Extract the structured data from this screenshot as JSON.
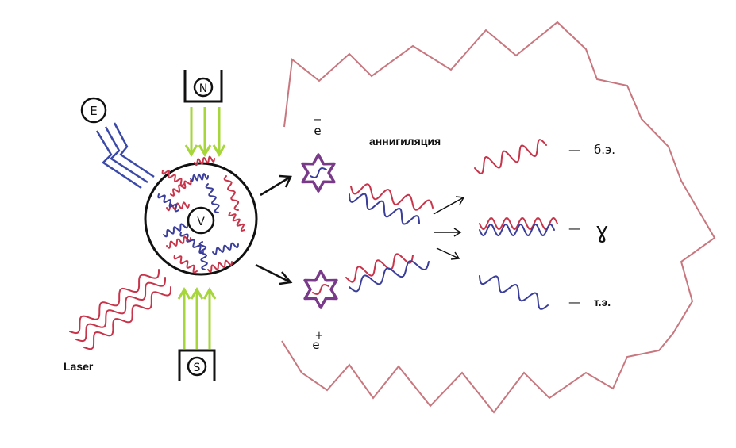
{
  "title": "аннигиляция",
  "sources": {
    "electric_field": "E",
    "magnet_north": "N",
    "magnet_south": "S",
    "vacuum": "V",
    "laser": "Laser"
  },
  "particles": {
    "electron": {
      "symbol": "e",
      "sign": "−"
    },
    "positron": {
      "symbol": "e",
      "sign": "+"
    }
  },
  "products": [
    {
      "dash": "—",
      "label": "б.э."
    },
    {
      "dash": "—",
      "label": "ɣ"
    },
    {
      "dash": "—",
      "label": "т.э."
    }
  ],
  "colors": {
    "red_wave": "#c8344a",
    "blue_wave": "#3a3e9a",
    "field_lines": "#3b4aa8",
    "magnetic_arrows": "#a6d63a",
    "boundary": "#c9777f",
    "star_outline": "#7a3a8a"
  }
}
